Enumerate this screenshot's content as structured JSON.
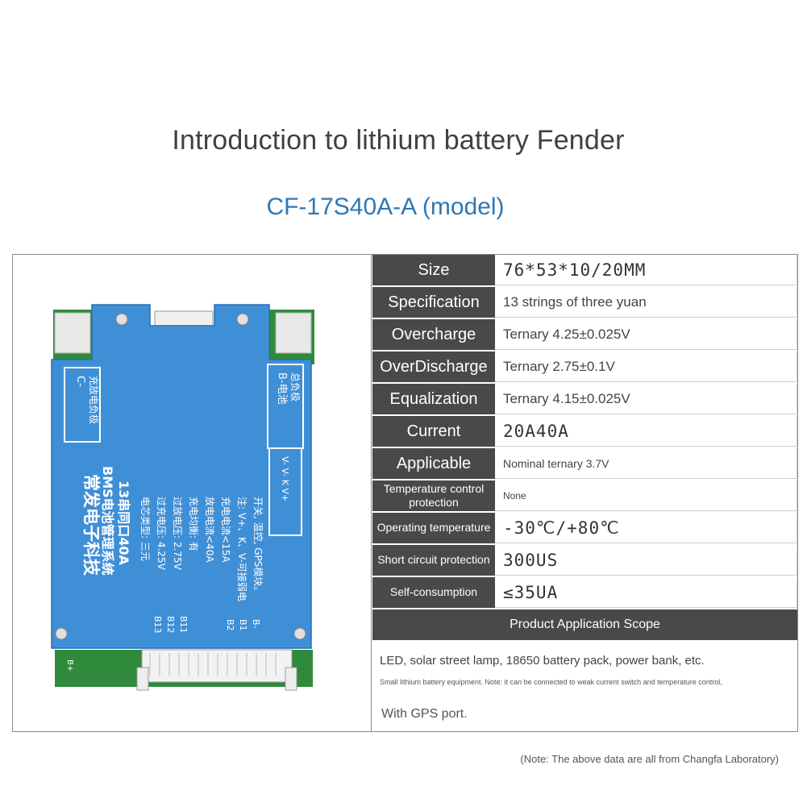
{
  "page": {
    "title": "Introduction to lithium battery Fender",
    "model": "CF-17S40A-A (model)"
  },
  "board": {
    "label_c_minus": "C-",
    "label_c_text": "充放电负极",
    "label_b_minus": "B-电池",
    "label_b_text": "总负极",
    "company": "常发电子科技",
    "system": "BMS电池管理系统",
    "spec_line": "13串同口40A",
    "cell_type": "电芯类型: 三元",
    "overcharge": "过充电压: 4.25V",
    "overdischarge": "过放电压: 2.75V",
    "balance": "充电均衡: 有",
    "discharge_current": "放电电流<40A",
    "charge_current": "充电电流<15A",
    "note": "注: V+、K、V-可接弱电",
    "note2": "开关, 温控, GPS模块。",
    "port_label": "V- V- K V+",
    "b13": "B13",
    "b12": "B12",
    "b11": "B11",
    "b2": "B2",
    "b1": "B1",
    "bminus": "B-",
    "bplus": "B+",
    "colors": {
      "board_blue": "#3f8fd6",
      "pcb_green": "#2f8a3c"
    }
  },
  "specs": [
    {
      "label": "Size",
      "value": "76*53*10/20MM",
      "style": "big"
    },
    {
      "label": "Specification",
      "value": "13 strings of three yuan",
      "style": "normal"
    },
    {
      "label": "Overcharge",
      "value": "Ternary 4.25±0.025V",
      "style": "normal"
    },
    {
      "label": "OverDischarge",
      "value": "Ternary 2.75±0.1V",
      "style": "normal"
    },
    {
      "label": "Equalization",
      "value": "Ternary 4.15±0.025V",
      "style": "normal"
    },
    {
      "label": "Current",
      "value": "20A40A",
      "style": "big"
    },
    {
      "label": "Applicable",
      "value": "Nominal ternary 3.7V",
      "style": "small"
    },
    {
      "label": "Temperature control protection",
      "value": "None",
      "style": "tiny"
    },
    {
      "label": "Operating temperature",
      "value": "-30℃/+80℃",
      "style": "big"
    },
    {
      "label": "Short circuit protection",
      "value": "300US",
      "style": "big"
    },
    {
      "label": "Self-consumption",
      "value": "≤35UA",
      "style": "big"
    }
  ],
  "scope": {
    "header": "Product Application Scope",
    "line1": "LED, solar street lamp, 18650 battery pack, power bank, etc.",
    "line2": "Small lithium battery equipment. Note: it can be connected to weak current switch and temperature control,",
    "line3": "With GPS port."
  },
  "footnote": "(Note: The above data are all from Changfa Laboratory)"
}
